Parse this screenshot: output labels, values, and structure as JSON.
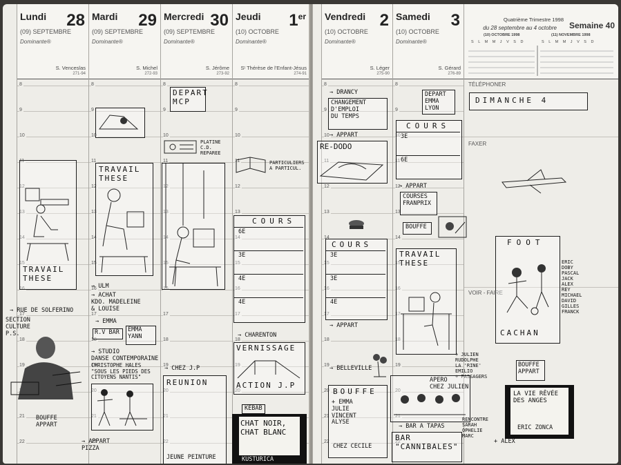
{
  "days": [
    {
      "name": "Lundi",
      "num": "28",
      "month": "(09) SEPTEMBRE",
      "dominante": "Dominante®",
      "saint": "S. Venceslas",
      "daynum": "271-94"
    },
    {
      "name": "Mardi",
      "num": "29",
      "month": "(09) SEPTEMBRE",
      "dominante": "Dominante®",
      "saint": "S. Michel",
      "daynum": "272-93"
    },
    {
      "name": "Mercredi",
      "num": "30",
      "month": "(09) SEPTEMBRE",
      "dominante": "Dominante®",
      "saint": "S. Jérôme",
      "daynum": "273-92"
    },
    {
      "name": "Jeudi",
      "num": "1",
      "sup": "er",
      "month": "(10) OCTOBRE",
      "dominante": "Dominante®",
      "saint": "Sᵗ Thérèse de l'Enfant-Jésus",
      "daynum": "274-91"
    },
    {
      "name": "Vendredi",
      "num": "2",
      "month": "(10) OCTOBRE",
      "dominante": "Dominante®",
      "saint": "S. Léger",
      "daynum": "275-90"
    },
    {
      "name": "Samedi",
      "num": "3",
      "month": "(10) OCTOBRE",
      "dominante": "Dominante®",
      "saint": "S. Gérard",
      "daynum": "276-89"
    }
  ],
  "hours": [
    "8",
    "9",
    "10",
    "11",
    "12",
    "13",
    "14",
    "15",
    "16",
    "17",
    "18",
    "19",
    "20",
    "21",
    "22"
  ],
  "week": {
    "quarter": "Quatrième Trimestre 1998",
    "range": "du 28 septembre au 4 octobre",
    "semaine": "Semaine 40",
    "cal1": "(10) OCTOBRE 1998",
    "cal2": "(11) NOVEMBRE 1998",
    "cal_days": "S L M M J V S D"
  },
  "side": {
    "telephoner": "TÉLÉPHONER",
    "faxer": "FAXER",
    "voir": "VOIR - FAIRE"
  },
  "notes": {
    "lun_travail": "TRAVAIL\nTHESE",
    "lun_rue": "→ RUE DE SOLFERINO",
    "lun_section": "SECTION\nCULTURE\nP.S.",
    "lun_bouffe": "BOUFFE\nAPPART",
    "lun_pizza": "→ APPART\nPIZZA",
    "mar_travail": "TRAVAIL\nTHESE",
    "mar_ulm": "→ ULM",
    "mar_achat": "→ ACHAT\nKDO. MADELEINE\n& LOUISE",
    "mar_emma": "→ EMMA",
    "mar_rv": "R.V BAR",
    "mar_emmayann": "EMMA\nYANN",
    "mar_studio": "→ STUDIO\nDANSE CONTEMPORAINE",
    "mar_halles": "CHRISTOPHE HALES\n\"SOUS LES PIEDS DES\nCITOYENS NANTIS\"",
    "mer_depart": "DEPART\nMCP",
    "mer_platine": "PLATINE\nC.D.\nREPAREE",
    "mer_chez": "→ CHEZ J.P",
    "mer_reunion": "REUNION",
    "mer_jeune": "JEUNE PEINTURE",
    "jeu_particuliers": "PARTICULIERS\nA PARTICUL.",
    "jeu_cours": "COURS",
    "jeu_6e": "6e",
    "jeu_3e": "3e",
    "jeu_4e": "4e",
    "jeu_4e2": "4e",
    "jeu_charenton": "→ CHARENTON",
    "jeu_vernissage": "VERNISSAGE",
    "jeu_action": "ACTION J.P",
    "jeu_kebab": "KEBAB",
    "jeu_chatnoir": "CHAT NOIR,\nCHAT BLANC",
    "jeu_kusturica": "KUSTURICA",
    "ven_drancy": "→ DRANCY",
    "ven_changement": "CHANGEMENT\nD'EMPLOI\nDU TEMPS",
    "ven_appart": "→ APPART",
    "ven_redodo": "RE-DODO",
    "ven_cours": "COURS",
    "ven_3e": "3e",
    "ven_3e2": "3e",
    "ven_4e": "4e",
    "ven_appart2": "→ APPART",
    "ven_belleville": "→ BELLEVILLE",
    "ven_bouffe": "BOUFFE",
    "ven_emma": "+ EMMA\nJULIE\nVINCENT\nALYSE",
    "ven_chez": "CHEZ CECILE",
    "sam_depart": "DEPART\nEMMA\nLYON",
    "sam_cours": "COURS",
    "sam_3e": "3e",
    "sam_6e": "6e",
    "sam_appart": "→ APPART",
    "sam_courses": "COURSES\nFRANPRIX",
    "sam_bouffe": "BOUFFE",
    "sam_travail": "TRAVAIL\nTHESE",
    "sam_apero": "APERO\nCHEZ JULIEN",
    "sam_julien": "+ JULIEN\nRUDOLPHE\nLA 'RINE'\nEMILIO\n+ PASSAGERS",
    "sam_bar": "→ BAR A TAPAS",
    "sam_bar2": "BAR\n\"CANNIBALES\"",
    "sam_rencontre": "RENCONTRE\nSARAH\nOPHELIE\nMARC",
    "sam_alex": "+ ALEX",
    "dim_title": "DIMANCHE 4",
    "dim_foot": "FOOT",
    "dim_names": "ERIC\nDOBY\nPASCAL\nJACK\nALEX\nREY\nMICHAEL\nDAVID\nGILLES\nFRANCK",
    "dim_cachan": "CACHAN",
    "dim_bouffe": "BOUFFE\nAPPART",
    "dim_vie": "LA VIE RÊVÉE\nDES ANGES",
    "dim_eric": "ERIC ZONCA"
  }
}
